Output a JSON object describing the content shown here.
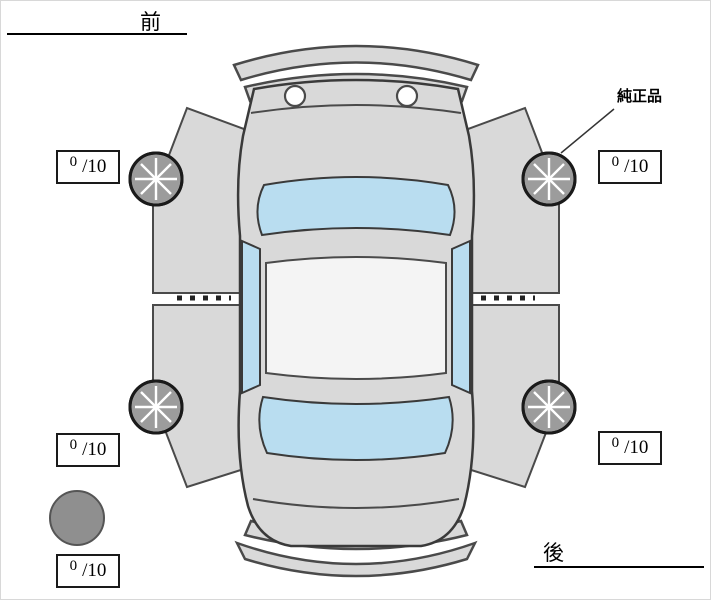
{
  "labels": {
    "front": "前",
    "rear": "後",
    "genuine_part": "純正品"
  },
  "tire_scores": {
    "front_left": {
      "value": "0",
      "denominator": "/10"
    },
    "front_right": {
      "value": "0",
      "denominator": "/10"
    },
    "rear_left": {
      "value": "0",
      "denominator": "/10"
    },
    "rear_right": {
      "value": "0",
      "denominator": "/10"
    },
    "spare": {
      "value": "0",
      "denominator": "/10"
    }
  },
  "colors": {
    "body_gray": "#d9d9d9",
    "window_blue": "#b9ddf0",
    "wheel_gray": "#9c9c9c",
    "spare_gray": "#8f8f8f",
    "outline": "#3a3a3a"
  }
}
